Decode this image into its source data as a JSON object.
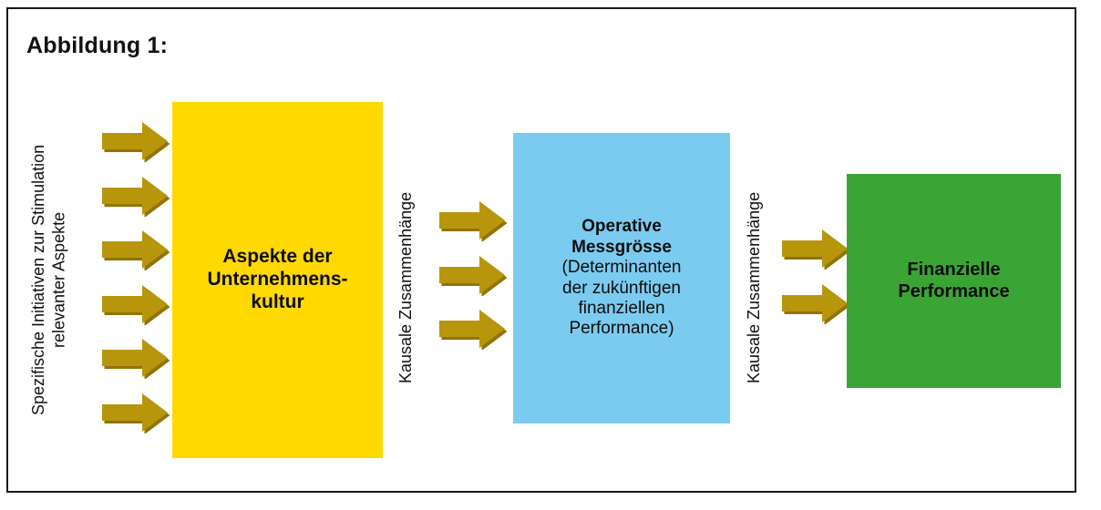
{
  "figure": {
    "title": "Abbildung 1:",
    "border_color": "#1a1a1a",
    "background": "#ffffff"
  },
  "labels": {
    "left_vertical_line1": "Spezifische Initiativen zur Stimulation",
    "left_vertical_line2": "relevanter Aspekte",
    "middle_vertical": "Kausale Zusammenhänge",
    "right_vertical": "Kausale Zusammenhänge"
  },
  "boxes": [
    {
      "id": "aspekte",
      "color": "#FFD900",
      "lines": [
        "Aspekte der",
        "Unternehmens-",
        "kultur"
      ],
      "bold": true
    },
    {
      "id": "operative",
      "color": "#7BCBF0",
      "bold_lines": [
        "Operative",
        "Messgrösse"
      ],
      "regular_lines": [
        "(Determinanten",
        "der zukünftigen",
        "finanziellen",
        "Performance)"
      ]
    },
    {
      "id": "finanzielle",
      "color": "#3AA535",
      "lines": [
        "Finanzielle",
        "Performance"
      ],
      "bold": true
    }
  ],
  "arrows": {
    "color": "#B8960B",
    "shadow_color": "#8F7408",
    "groups": [
      {
        "id": "left-group",
        "count": 6,
        "label": "stimulation-arrows"
      },
      {
        "id": "middle-group",
        "count": 3,
        "label": "causal-arrows-culture-to-operative"
      },
      {
        "id": "right-group",
        "count": 2,
        "label": "causal-arrows-operative-to-financial"
      }
    ]
  },
  "diagram_data": {
    "type": "flow",
    "nodes": [
      "Aspekte der Unternehmenskultur",
      "Operative Messgrösse (Determinanten der zukünftigen finanziellen Performance)",
      "Finanzielle Performance"
    ],
    "edges": [
      {
        "from": "Spezifische Initiativen zur Stimulation relevanter Aspekte",
        "to": "Aspekte der Unternehmenskultur",
        "arrow_count": 6
      },
      {
        "from": "Aspekte der Unternehmenskultur",
        "to": "Operative Messgrösse",
        "label": "Kausale Zusammenhänge",
        "arrow_count": 3
      },
      {
        "from": "Operative Messgrösse",
        "to": "Finanzielle Performance",
        "label": "Kausale Zusammenhänge",
        "arrow_count": 2
      }
    ]
  }
}
